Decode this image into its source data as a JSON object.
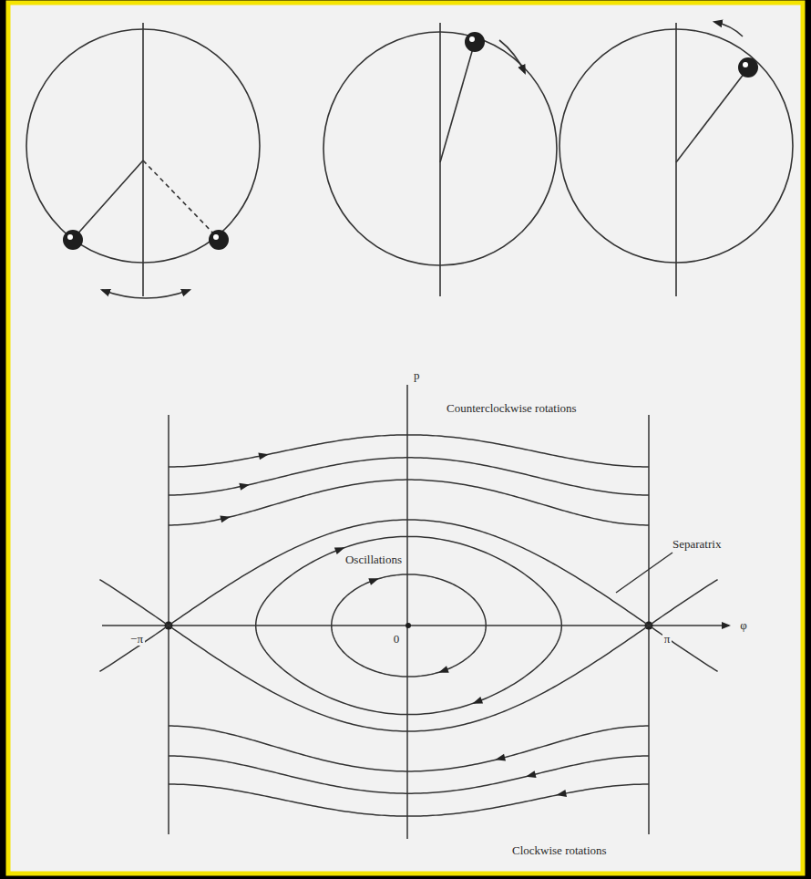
{
  "diagram": {
    "labels": [
      "p",
      "Counterclockwise rotations",
      "Separatrix",
      "Oscillations",
      "−π",
      "0",
      "π",
      "φ",
      "Clockwise rotations"
    ]
  }
}
